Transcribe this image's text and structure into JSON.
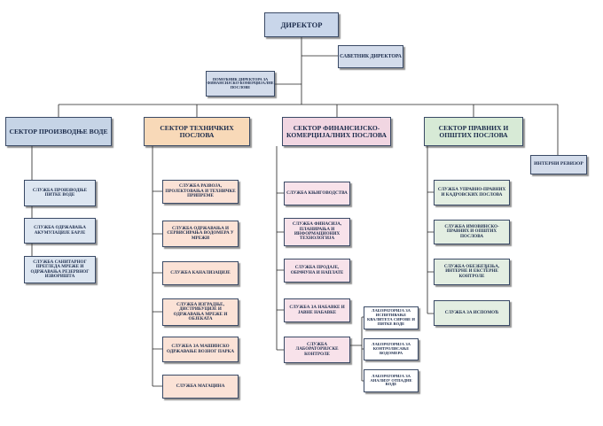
{
  "director": "ДИРЕКТОР",
  "advisor": "САВЕТНИК ДИРЕКТОРА",
  "assistant": "ПОМОЋНИК ДИРЕКТОРА ЗА ФИНАНСИЈСКО-КОМЕРЦИЈАЛНЕ ПОСЛОВЕ",
  "auditor": "ИНТЕРНИ РЕВИЗОР",
  "sectors": [
    {
      "title": "СЕКТОР ПРОИЗВОДЊЕ ВОДЕ",
      "units": [
        "СЛУЖБА ПРОИЗВОДЊЕ ПИТКЕ ВОДЕ",
        "СЛУЖБА ОДРЖАВАЊА АКУМУЛАЦИЈЕ БАРЈЕ",
        "СЛУЖБА САНИТАРНОГ ПРЕГЛЕДА МРЕЖЕ И ОДРЖАВАЊА РЕЗЕРВНОГ ИЗВОРИШТА"
      ]
    },
    {
      "title": "СЕКТОР ТЕХНИЧКИХ ПОСЛОВА",
      "units": [
        "СЛУЖБА РАЗВОЈА, ПРОЈЕКТОВАЊА И ТЕХНИЧКЕ ПРИПРЕМЕ",
        "СЛУЖБА ОДРЖАВАЊА И СЕРВИСИРАЊА ВОДОМЕРА У МРЕЖИ",
        "СЛУЖБА КАНАЛИЗАЦИЈЕ",
        "СЛУЖБА ИЗГРАДЊЕ, ДИСТРИБУЦИЈЕ И ОДРЖАВАЊА МРЕЖЕ И ОБЈЕКАТА",
        "СЛУЖБА ЗА МАШИНСКО ОДРЖАВАЊЕ ВОЗНОГ ПАРКА",
        "СЛУЖБА МАГАЦИНА"
      ]
    },
    {
      "title": "СЕКТОР ФИНАНСИЈСКО-КОМЕРЦИЈАЛНИХ ПОСЛОВА",
      "units": [
        "СЛУЖБА КЊИГОВОДСТВА",
        "СЛУЖБА ФИНАСИЈА, ПЛАНИРАЊА И ИНФОРМАЦИОНИХ ТЕХНОЛОГИЈА",
        "СЛУЖБА ПРОДАЈЕ, ОБРАЧУНА И НАПЛАТЕ",
        "СЛУЖБА ЗА НАБАВКЕ И ЈАВНЕ НАБАВКЕ",
        "СЛУЖБА ЛАБОРАТОРИЈСКЕ КОНТРОЛЕ"
      ],
      "labs": [
        "ЛАБОРАТОРИЈА ЗА ИСПИТИВАЊЕ КВАЛИТЕТА СИРОВЕ И ПИТКЕ ВОДЕ",
        "ЛАБОРАТОРИЈА ЗА КОНТРОЛИСАЊЕ ВОДОМЕРА",
        "ЛАБОРАТОРИЈА ЗА АНАЛИЗУ ОТПАДНЕ ВОДЕ"
      ]
    },
    {
      "title": "СЕКТОР ПРАВНИХ И ОПШТИХ ПОСЛОВА",
      "units": [
        "СЛУЖБА УПРАВНО-ПРАВНИХ И КАДРОВСКИХ ПОСЛОВА",
        "СЛУЖБА ИМОВИНСКО-ПРАВНИХ И ОПШТИХ ПОСЛОВА",
        "СЛУЖБА ОБЕЗБЕЂЕЊА, ИНТЕРНЕ И ЕКСТЕРНЕ КОНТРОЛЕ",
        "СЛУЖБА ЗА ИСПОМОЋ"
      ]
    }
  ]
}
